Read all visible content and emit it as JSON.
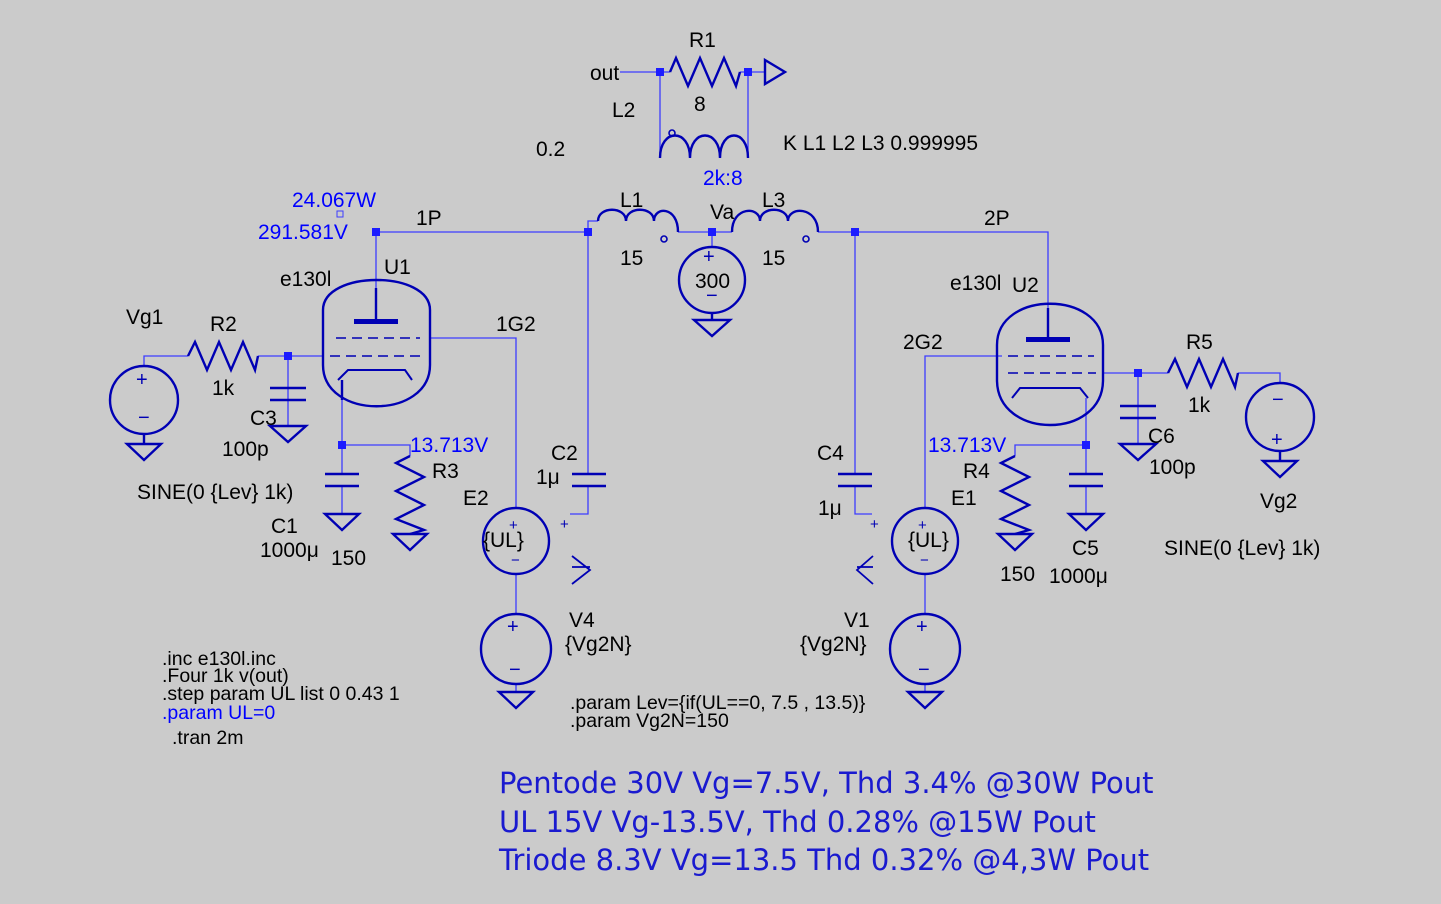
{
  "colors": {
    "background": "#cbcbcb",
    "wire": "#3c3cff",
    "component": "#0000b4",
    "label": "#000000",
    "annotation": "#0000ff"
  },
  "labels": {
    "r1": "R1",
    "r1_value": "8",
    "out_net": "out",
    "l2": "L2",
    "coupling": "0.2",
    "k_statement": "K L1 L2  L3 0.999995",
    "ratio": "2k:8",
    "u1_power": "24.067W",
    "u1_voltage": "291.581V",
    "net_1p": "1P",
    "l1": "L1",
    "l1_value": "15",
    "va": "Va",
    "l3": "L3",
    "l3_value": "15",
    "v_supply": "300",
    "net_2p": "2P",
    "u1_model": "e130l",
    "u1": "U1",
    "u2_model": "e130l",
    "u2": "U2",
    "vg1": "Vg1",
    "r2": "R2",
    "r2_value": "1k",
    "c3": "C3",
    "c3_value": "100p",
    "net_1g2": "1G2",
    "r3_voltage": "13.713V",
    "r3": "R3",
    "c2": "C2",
    "c2_value": "1μ",
    "e2": "E2",
    "e2_value": "{UL}",
    "sine1": "SINE(0 {Lev} 1k)",
    "c1": "C1",
    "c1_value": "1000μ",
    "r3_value": "150",
    "v4": "V4",
    "v4_value": "{Vg2N}",
    "net_2g2": "2G2",
    "c4": "C4",
    "c4_value": "1μ",
    "r4_voltage": "13.713V",
    "r4": "R4",
    "e1": "E1",
    "e1_value": "{UL}",
    "c5": "C5",
    "c5_value": "1000μ",
    "r4_value": "150",
    "v1": "V1",
    "v1_value": "{Vg2N}",
    "r5": "R5",
    "r5_value": "1k",
    "c6": "C6",
    "c6_value": "100p",
    "vg2": "Vg2",
    "sine2": "SINE(0 {Lev} 1k)"
  },
  "directives": {
    "inc": ".inc e130l.inc",
    "four": ".Four 1k v(out)",
    "step": ".step param UL list 0 0.43 1",
    "param_ul": ".param UL=0",
    "tran": ".tran 2m",
    "param_lev": ".param Lev={if(UL==0, 7.5 , 13.5)}",
    "param_vg2n": ".param Vg2N=150"
  },
  "notes": [
    "Pentode 30V Vg=7.5V, Thd 3.4% @30W Pout",
    "UL 15V Vg-13.5V, Thd 0.28% @15W Pout",
    "Triode 8.3V Vg=13.5 Thd 0.32% @4,3W Pout"
  ]
}
